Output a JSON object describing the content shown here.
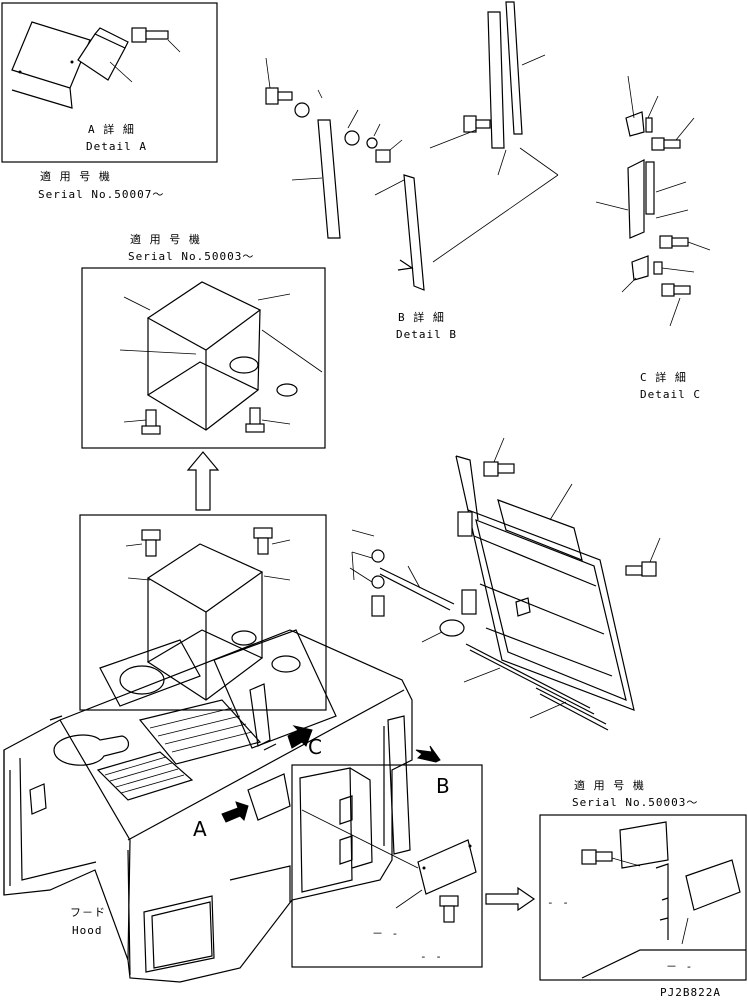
{
  "details": {
    "a": {
      "jp": "A 詳 細",
      "en": "Detail A"
    },
    "b": {
      "jp": "B 詳 細",
      "en": "Detail B"
    },
    "c": {
      "jp": "C 詳 細",
      "en": "Detail C"
    }
  },
  "serials": {
    "s50007_jp": "適 用 号 機",
    "s50007_en": "Serial No.50007～",
    "s50003_top_jp": "適 用 号 機",
    "s50003_top_en": "Serial No.50003～",
    "s50003_right_jp": "適 用 号 機",
    "s50003_right_en": "Serial No.50003～"
  },
  "view_markers": {
    "a": "A",
    "b": "B",
    "c": "C"
  },
  "hood": {
    "jp": "フ－ド",
    "en": "Hood"
  },
  "dashes": {
    "d1": "－ -",
    "d2": "- -",
    "d3": "- -",
    "d4": "－ -"
  },
  "code": "PJ2B822A"
}
